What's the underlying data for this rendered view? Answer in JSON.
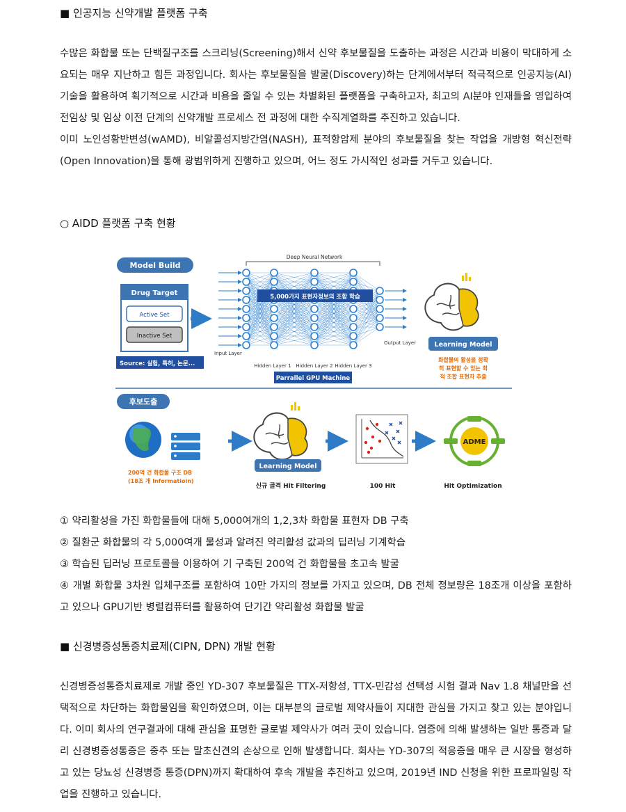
{
  "section1": {
    "heading": "■ 인공지능 신약개발 플랫폼 구축",
    "paragraphs": [
      "수많은 화합물 또는 단백질구조를 스크리닝(Screening)해서 신약 후보물질을 도출하는 과정은 시간과 비용이 막대하게 소요되는 매우 지난하고 힘든 과정입니다. 회사는 후보물질을 발굴(Discovery)하는 단계에서부터 적극적으로 인공지능(AI) 기술을 활용하여 획기적으로 시간과 비용을 줄일 수 있는 차별화된 플랫폼을 구축하고자, 최고의 AI분야 인재들을 영입하여 전임상 및 임상 이전 단계의 신약개발 프로세스 전 과정에 대한 수직계열화를 추진하고 있습니다.",
      "이미 노인성황반변성(wAMD), 비알콜성지방간염(NASH), 표적항암제 분야의 후보물질을 찾는 작업을 개방형 혁신전략(Open Innovation)을 통해 광범위하게 진행하고 있으며, 어느 정도 가시적인 성과를 거두고 있습니다."
    ]
  },
  "aidd": {
    "heading": "○ AIDD 플랫폼 구축 현황",
    "figure": {
      "model_build_label": "Model Build",
      "drug_target_label": "Drug Target",
      "active_set_label": "Active Set",
      "inactive_set_label": "Inactive Set",
      "source_label": "Source: 실험, 특허, 논문...",
      "dnn_label": "Deep Neural Network",
      "feature_label": "5,000가지 표현자정보의 조합 학습",
      "input_layer_label": "Input Layer",
      "hidden1_label": "Hidden Layer 1",
      "hidden2_label": "Hidden Layer 2",
      "hidden3_label": "Hidden Layer 3",
      "output_layer_label": "Output Layer",
      "gpu_label": "Parrallel GPU Machine",
      "learning_model_label": "Learning Model",
      "learning_desc": [
        "화합물의 활성을 정확",
        "히 표현할 수 있는 최",
        "적 조합 표현자 추출"
      ],
      "candidate_label": "후보도출",
      "db_label_1": "200억 건 화합물 구조 DB",
      "db_label_2": "(18조 개 Informatioin)",
      "learning_model_label_2": "Learning Model",
      "hit_filtering_label": "신규 골격 Hit Filtering",
      "hit_100_label": "100 Hit",
      "hit_opt_label": "Hit Optimization",
      "adme_label": "ADME"
    },
    "items": [
      "① 약리활성을 가진 화합물들에 대해 5,000여개의 1,2,3차 화합물 표현자 DB 구축",
      "② 질환군 화합물의 각 5,000여개 물성과 알려진 약리활성 값과의 딥러닝 기계학습",
      "③ 학습된 딥러닝 프로토콜을 이용하여 기 구축된 200억 건 화합물을 초고속 발굴",
      "④ 개별 화합물 3차원 입체구조를 포함하여 10만 가지의 정보를 가지고 있으며, DB 전체 정보량은 18조개 이상을 포함하고 있으나 GPU기반 병렬컴퓨터를 활용하여 단기간 약리활성 화합물 발굴"
    ]
  },
  "section2": {
    "heading": "■ 신경병증성통증치료제(CIPN, DPN) 개발 현황",
    "paragraphs": [
      "신경병증성통증치료제로 개발 중인 YD-307 후보물질은 TTX-저항성, TTX-민감성 선택성 시험 결과 Nav 1.8 채널만을 선택적으로 차단하는 화합물임을 확인하였으며, 이는 대부분의 글로벌 제약사들이 지대한 관심을 가지고 찾고 있는 분야입니다. 이미 회사의 연구결과에 대해 관심을 표명한 글로벌 제약사가 여러 곳이 있습니다. 염증에 의해 발생하는 일반 통증과 달리 신경병증성통증은 중추 또는 말초신견의 손상으로 인해 발생합니다. 회사는 YD-307의 적응증을 매우 큰 시장을 형성하고 있는 당뇨성 신경병증 통증(DPN)까지 확대하여 후속 개발을 추진하고 있으며, 2019년 IND 신청을 위한 프로파일링 작업을 진행하고 있습니다."
    ]
  },
  "colors": {
    "pill_blue": "#3d74b2",
    "dark_blue": "#1f4f9e",
    "node_blue": "#2b7fd0",
    "arrow_blue": "#2e7cc8",
    "orange": "#e36c0a",
    "brain_yellow": "#f2c300"
  }
}
